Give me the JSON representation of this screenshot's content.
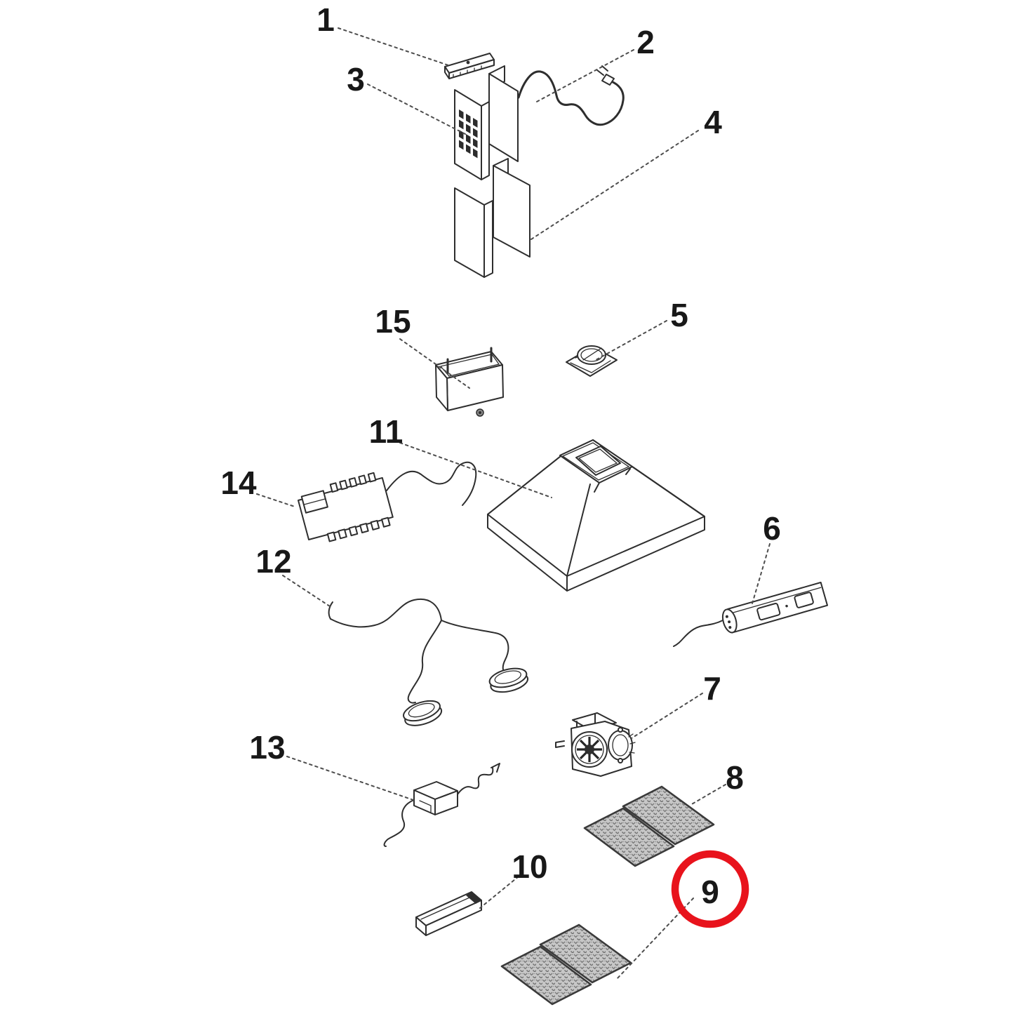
{
  "document": {
    "kind": "exploded-parts-diagram",
    "subject": "range-hood",
    "background_color": "#ffffff",
    "ink_color": "#2e2e2e",
    "leader_line_color": "#4d4d4d",
    "mesh_fill_color": "#c7c7c7"
  },
  "parts": [
    {
      "number": "1",
      "name": "mounting-bracket"
    },
    {
      "number": "2",
      "name": "power-cord"
    },
    {
      "number": "3",
      "name": "upper-chimney-duct"
    },
    {
      "number": "4",
      "name": "lower-chimney-duct"
    },
    {
      "number": "5",
      "name": "air-outlet-adapter"
    },
    {
      "number": "6",
      "name": "control-switch-panel"
    },
    {
      "number": "7",
      "name": "blower-motor-assembly"
    },
    {
      "number": "8",
      "name": "grease-filter-pair"
    },
    {
      "number": "9",
      "name": "grease-filter-pair"
    },
    {
      "number": "10",
      "name": "grease-tray"
    },
    {
      "number": "11",
      "name": "hood-canopy"
    },
    {
      "number": "12",
      "name": "lamp-wiring-harness"
    },
    {
      "number": "13",
      "name": "transformer"
    },
    {
      "number": "14",
      "name": "terminal-board"
    },
    {
      "number": "15",
      "name": "grease-container"
    }
  ],
  "highlight": {
    "part_number": "9",
    "shape": "circle",
    "color": "#e8131c"
  }
}
